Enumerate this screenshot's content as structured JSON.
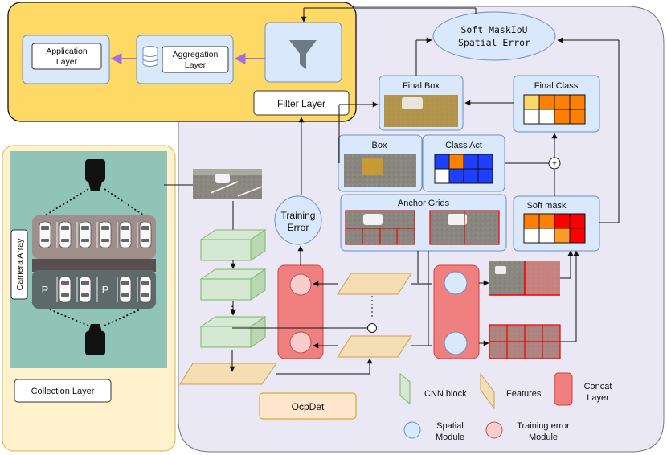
{
  "top_panel": {
    "application_layer": "Application Layer",
    "aggregation_layer": "Aggregation Layer",
    "filter_layer": "Filter Layer"
  },
  "collection": {
    "camera_array": "Camera Array",
    "collection_layer": "Collection Layer",
    "parking_letter": "P"
  },
  "ocpdet": {
    "name": "OcpDet",
    "training_error": "Training Error",
    "soft_maskiou": "Soft MaskIoU Spatial Error",
    "final_box": "Final Box",
    "final_class": "Final Class",
    "box": "Box",
    "class_act": "Class Act",
    "anchor_grids": "Anchor Grids",
    "soft_mask": "Soft mask",
    "plus": "+"
  },
  "legend": {
    "cnn_block": "CNN block",
    "features": "Features",
    "concat_layer": "Concat Layer",
    "spatial_module": "Spatial Module",
    "training_error_module": "Training error Module"
  },
  "colors": {
    "top_panel_fill": "#ffd966",
    "top_panel_stroke": "#111111",
    "ocpdet_fill": "#eae8f4",
    "collection_fill": "#fff2cc",
    "collection_stroke": "#d6b656",
    "module_box": "#dae8fc",
    "module_stroke": "#6c8ebf",
    "cnn_green": "#d5e8d4",
    "cnn_green_stroke": "#82b366",
    "features_fill": "#f5deb3",
    "features_stroke": "#c8a050",
    "concat_fill": "#f08080",
    "concat_stroke": "#d04040",
    "training_fill": "#f8cecc",
    "training_stroke": "#b85450",
    "spatial_fill": "#dae8fc",
    "spatial_stroke": "#6c8ebf",
    "ocpdet_label_fill": "#ffe6cc",
    "ocpdet_label_stroke": "#d79b00",
    "orange": "#ff8000",
    "light_orange": "#ffd966",
    "blue": "#1f3fff",
    "red": "#ff0000",
    "purple_arrow": "#a070e0"
  },
  "icons": {
    "filter": "filter-funnel-icon",
    "database": "database-icon",
    "camera": "camera-icon"
  }
}
